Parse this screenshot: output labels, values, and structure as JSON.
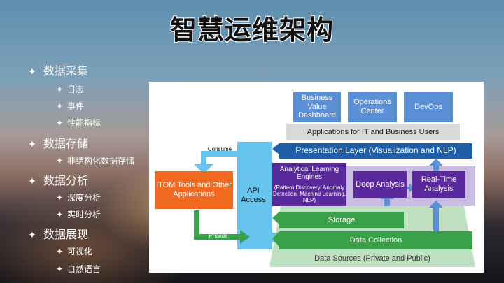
{
  "slide": {
    "title": "智慧运维架构",
    "bullets": [
      {
        "text": "数据采集",
        "level": 1
      },
      {
        "text": "日志",
        "level": 2
      },
      {
        "text": "事件",
        "level": 2
      },
      {
        "text": "性能指标",
        "level": 2
      },
      {
        "text": "数据存储",
        "level": 1
      },
      {
        "text": "非结构化数据存储",
        "level": 2
      },
      {
        "text": "数据分析",
        "level": 1
      },
      {
        "text": "深度分析",
        "level": 2
      },
      {
        "text": "实时分析",
        "level": 2
      },
      {
        "text": "数据展现",
        "level": 1
      },
      {
        "text": "可视化",
        "level": 2
      },
      {
        "text": "自然语言",
        "level": 2
      }
    ],
    "bullet_glyph": "✦"
  },
  "diagram": {
    "top_boxes": [
      "Business Value Dashboard",
      "Operations Center",
      "DevOps"
    ],
    "applications_bar": "Applications for IT and Business Users",
    "presentation_layer": "Presentation Layer (Visualization and NLP)",
    "analytical_engines_title": "Analytical Learning Engines",
    "analytical_engines_detail": "(Pattern Discovery, Anomaly Detection, Machine Learning, NLP)",
    "deep_analysis": "Deep Analysis",
    "realtime_analysis": "Real-Time Analysis",
    "itom_tools": "ITOM Tools and Other Applications",
    "api_access": "API Access",
    "consume_label": "Consume",
    "provide_label": "Provide",
    "storage": "Storage",
    "data_collection": "Data Collection",
    "data_sources": "Data Sources (Private and Public)",
    "colors": {
      "top_box": "#5b8fd6",
      "app_bar": "#d9d9d9",
      "presentation": "#1f5faa",
      "purple_dark": "#5a2a9c",
      "purple_light": "#c9bde3",
      "orange": "#f26a22",
      "api_blue": "#67c4ee",
      "green": "#3aa14a",
      "green_light": "#bfe1c2",
      "arrow_blue": "#5b8fd6"
    }
  }
}
